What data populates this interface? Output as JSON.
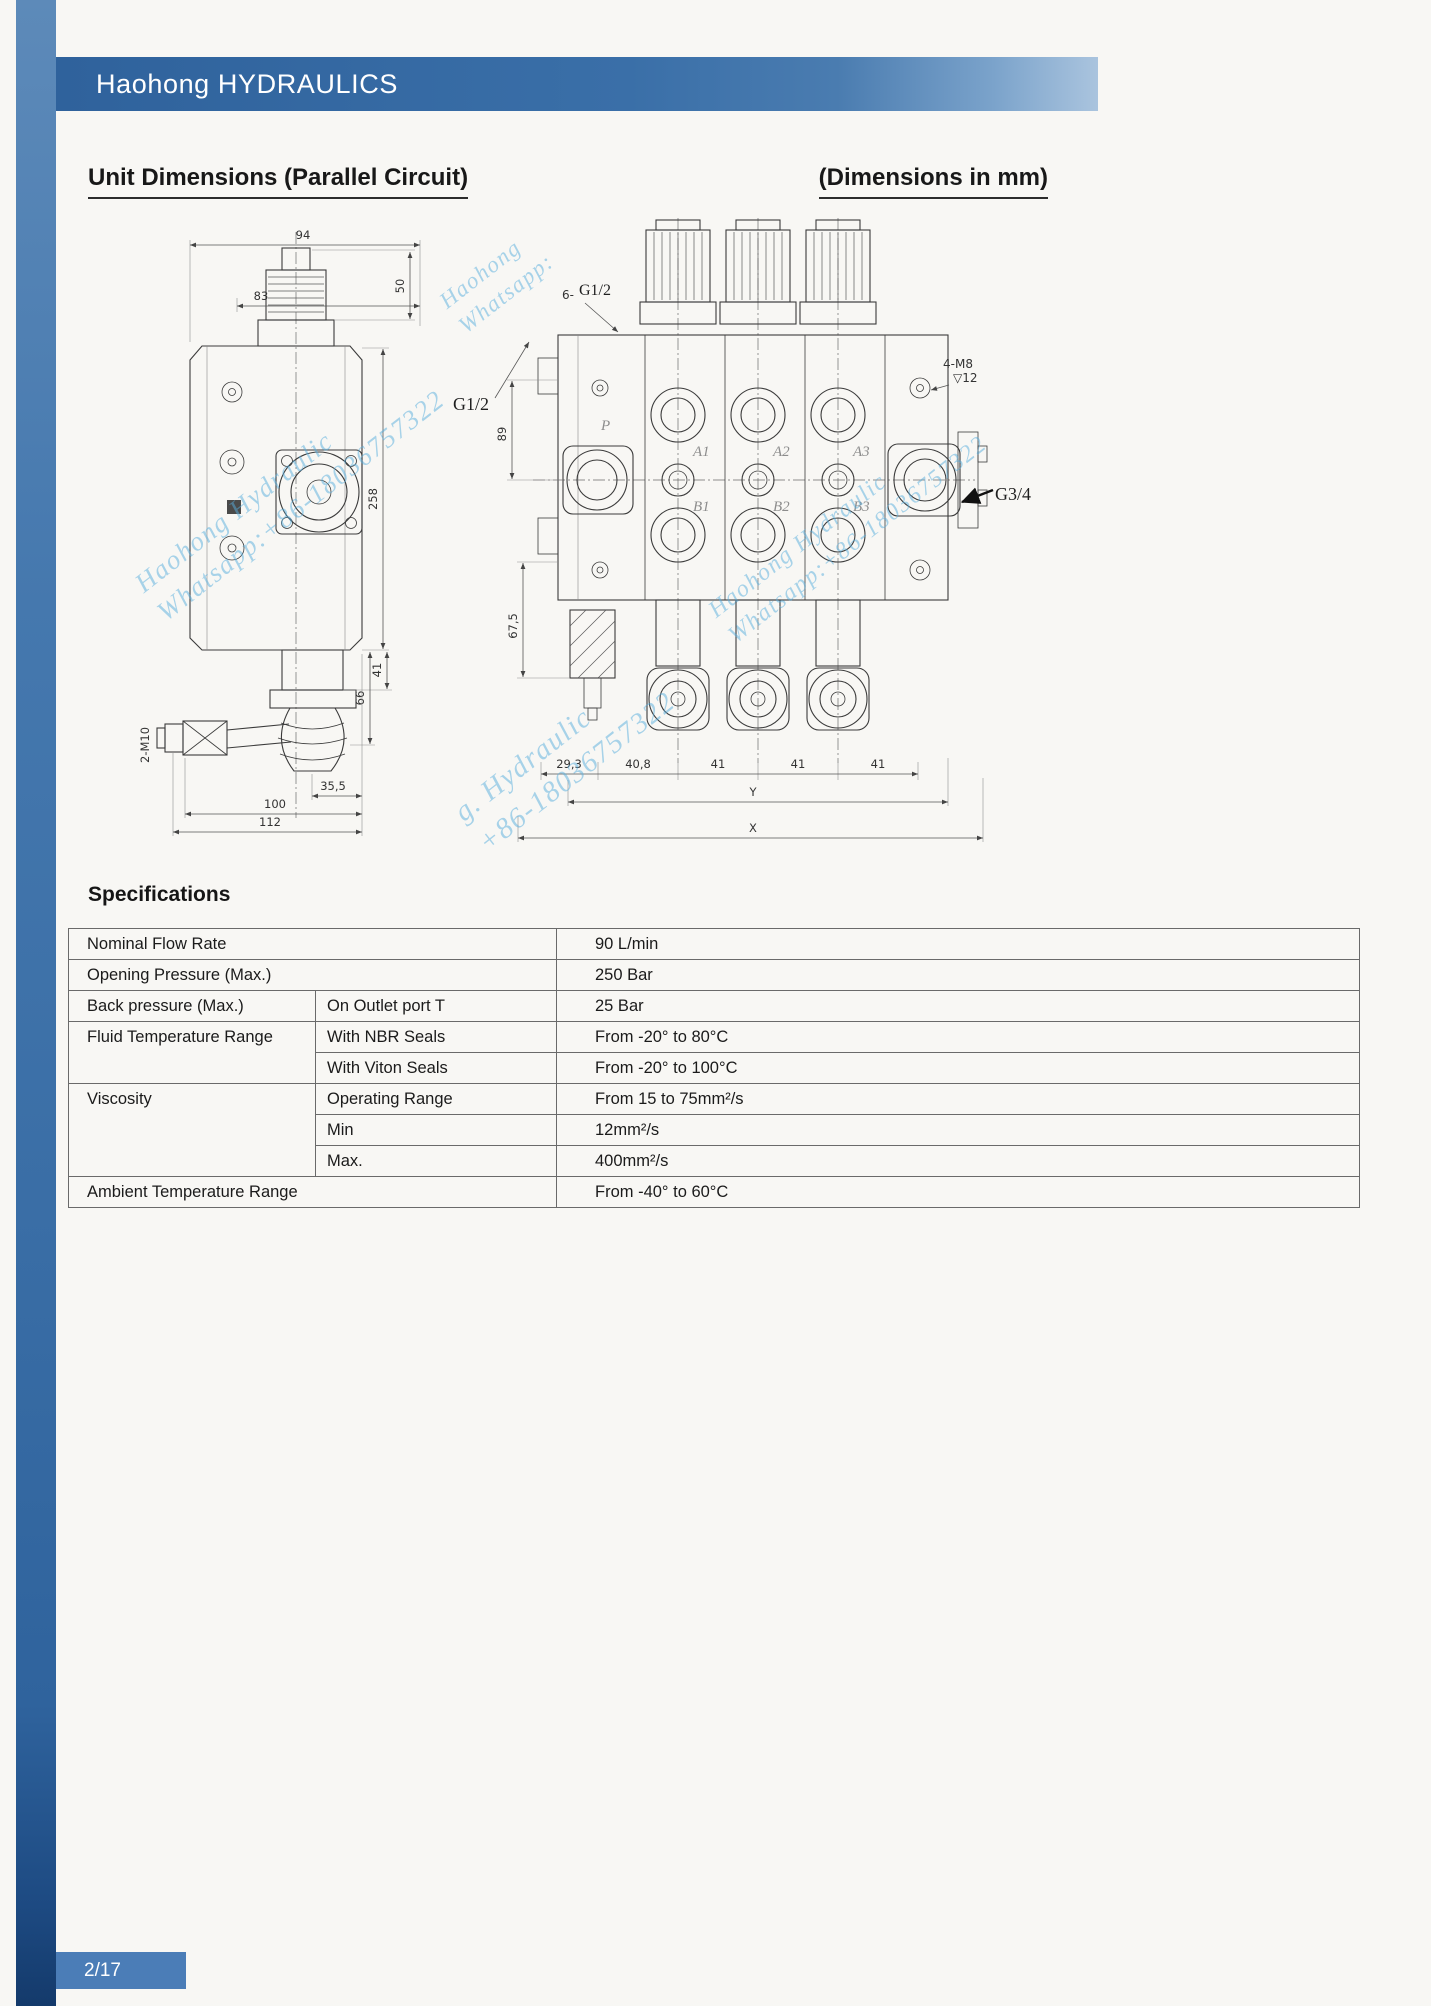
{
  "header": {
    "brand": "Haohong HYDRAULICS"
  },
  "titles": {
    "left": "Unit Dimensions (Parallel Circuit)",
    "right": "(Dimensions in mm)"
  },
  "watermarks": [
    {
      "line1": "Haohong",
      "line2": "Whatsapp:"
    },
    {
      "line1": "Haohong Hydraulic",
      "line2": "Whatsapp:+86-18036757322"
    },
    {
      "line1": "Haohong Hydraulic",
      "line2": "Whatsapp:+86-18036757322"
    },
    {
      "line1": "g. Hydraulic",
      "line2": "+86-18036757322"
    }
  ],
  "drawing_left": {
    "dims": [
      "94",
      "83",
      "50",
      "258",
      "41",
      "66",
      "35,5",
      "100",
      "112"
    ],
    "thread": "2-M10"
  },
  "drawing_right": {
    "ports": {
      "p": "P",
      "a1": "A1",
      "a2": "A2",
      "a3": "A3",
      "b1": "B1",
      "b2": "B2",
      "b3": "B3"
    },
    "threads": {
      "top_count": "6-",
      "top": "G1/2",
      "left": "G1/2",
      "right_top": "4-M8",
      "right_top_depth": "▽12",
      "outlet": "G3/4"
    },
    "dims": [
      "89",
      "67,5",
      "29,3",
      "40,8",
      "41",
      "41",
      "41",
      "Y",
      "X"
    ]
  },
  "specs": {
    "heading": "Specifications",
    "rows": [
      {
        "label": "Nominal Flow Rate",
        "sub": "",
        "value": "90 L/min"
      },
      {
        "label": "Opening Pressure (Max.)",
        "sub": "",
        "value": "250 Bar"
      },
      {
        "label": "Back pressure (Max.)",
        "sub": "On Outlet port T",
        "value": "25 Bar"
      },
      {
        "label": "Fluid Temperature Range",
        "sub": "With NBR Seals",
        "value": "From -20° to 80°C"
      },
      {
        "label": "",
        "sub": "With Viton Seals",
        "value": "From -20° to 100°C"
      },
      {
        "label": "Viscosity",
        "sub": "Operating Range",
        "value": "From 15 to 75mm²/s"
      },
      {
        "label": "",
        "sub": "Min",
        "value": "12mm²/s"
      },
      {
        "label": "",
        "sub": "Max.",
        "value": "400mm²/s"
      },
      {
        "label": "Ambient Temperature Range",
        "sub": "",
        "value": "From -40° to 60°C"
      }
    ]
  },
  "footer": {
    "page_number": "2/17"
  },
  "colors": {
    "accent": "#3a6ea8",
    "badge": "#4b7db7",
    "watermark": "#58aede"
  }
}
